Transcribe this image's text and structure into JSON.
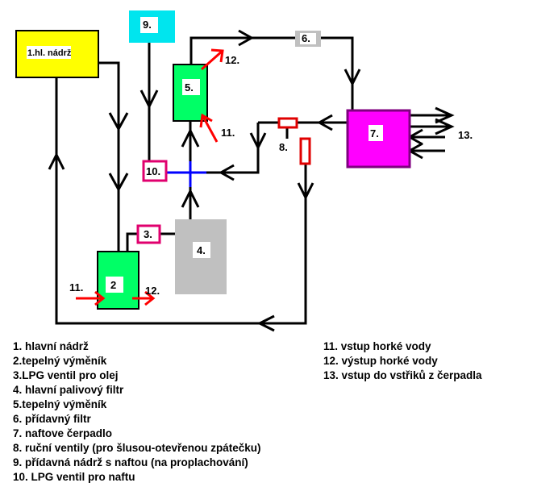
{
  "components": {
    "c1": "1.hl. nádrž",
    "c2": "2",
    "c3": "3.",
    "c4": "4.",
    "c5": "5.",
    "c6": "6.",
    "c7": "7.",
    "c8": "8.",
    "c9": "9.",
    "c10": "10."
  },
  "flow_labels": {
    "in11_top": "11.",
    "out12_top": "12.",
    "in11_bottom": "11.",
    "out12_bottom": "12.",
    "out13": "13."
  },
  "legend_left": [
    "1. hlavní nádrž",
    "2.tepelný výměník",
    "3.LPG ventil pro olej",
    "4. hlavní palivový filtr",
    "5.tepelný výměník",
    "6. přídavný filtr",
    "7. naftove čerpadlo",
    "8. ruční ventily (pro šlusou-otevřenou zpátečku)",
    "9. přídavná nádrž s naftou (na proplachování)",
    "10. LPG ventil pro naftu"
  ],
  "legend_right": [
    "11. vstup horké vody",
    "12. výstup horké vody",
    "13. vstup do vstřiků z čerpadla"
  ],
  "colors": {
    "tank": "#ffff00",
    "exchanger": "#00ff66",
    "lpg_valve": "#e0006e",
    "filter_main": "#c0c0c0",
    "pump": "#ff00ff",
    "pump_border": "#800080",
    "tank9": "#00e5ee",
    "hot_water": "#ff0000",
    "junction": "#0000ff",
    "line": "#000000"
  }
}
